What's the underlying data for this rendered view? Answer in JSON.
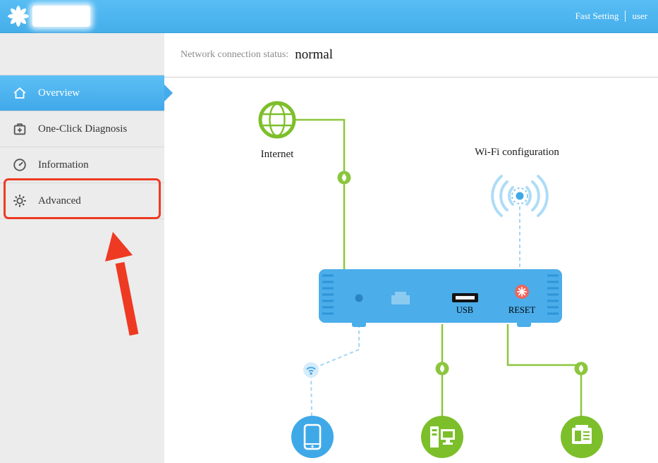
{
  "header": {
    "fast_setting": "Fast Setting",
    "user": "user"
  },
  "sidebar": {
    "items": [
      {
        "label": "Overview",
        "selected": true
      },
      {
        "label": "One-Click Diagnosis",
        "selected": false
      },
      {
        "label": "Information",
        "selected": false
      },
      {
        "label": "Advanced",
        "selected": false,
        "annotated": true
      }
    ]
  },
  "status": {
    "label": "Network connection status:",
    "value": "normal"
  },
  "diagram": {
    "internet": "Internet",
    "wifi_config": "Wi-Fi configuration",
    "usb": "USB",
    "reset": "RESET"
  },
  "colors": {
    "header_blue": "#4cb4ef",
    "selected_blue": "#47aeed",
    "annotation_red": "#ee3a23",
    "line_green": "#8cc63f",
    "node_green": "#7cbf2a",
    "node_blue": "#3fa9e8",
    "router_blue": "#4badea"
  }
}
